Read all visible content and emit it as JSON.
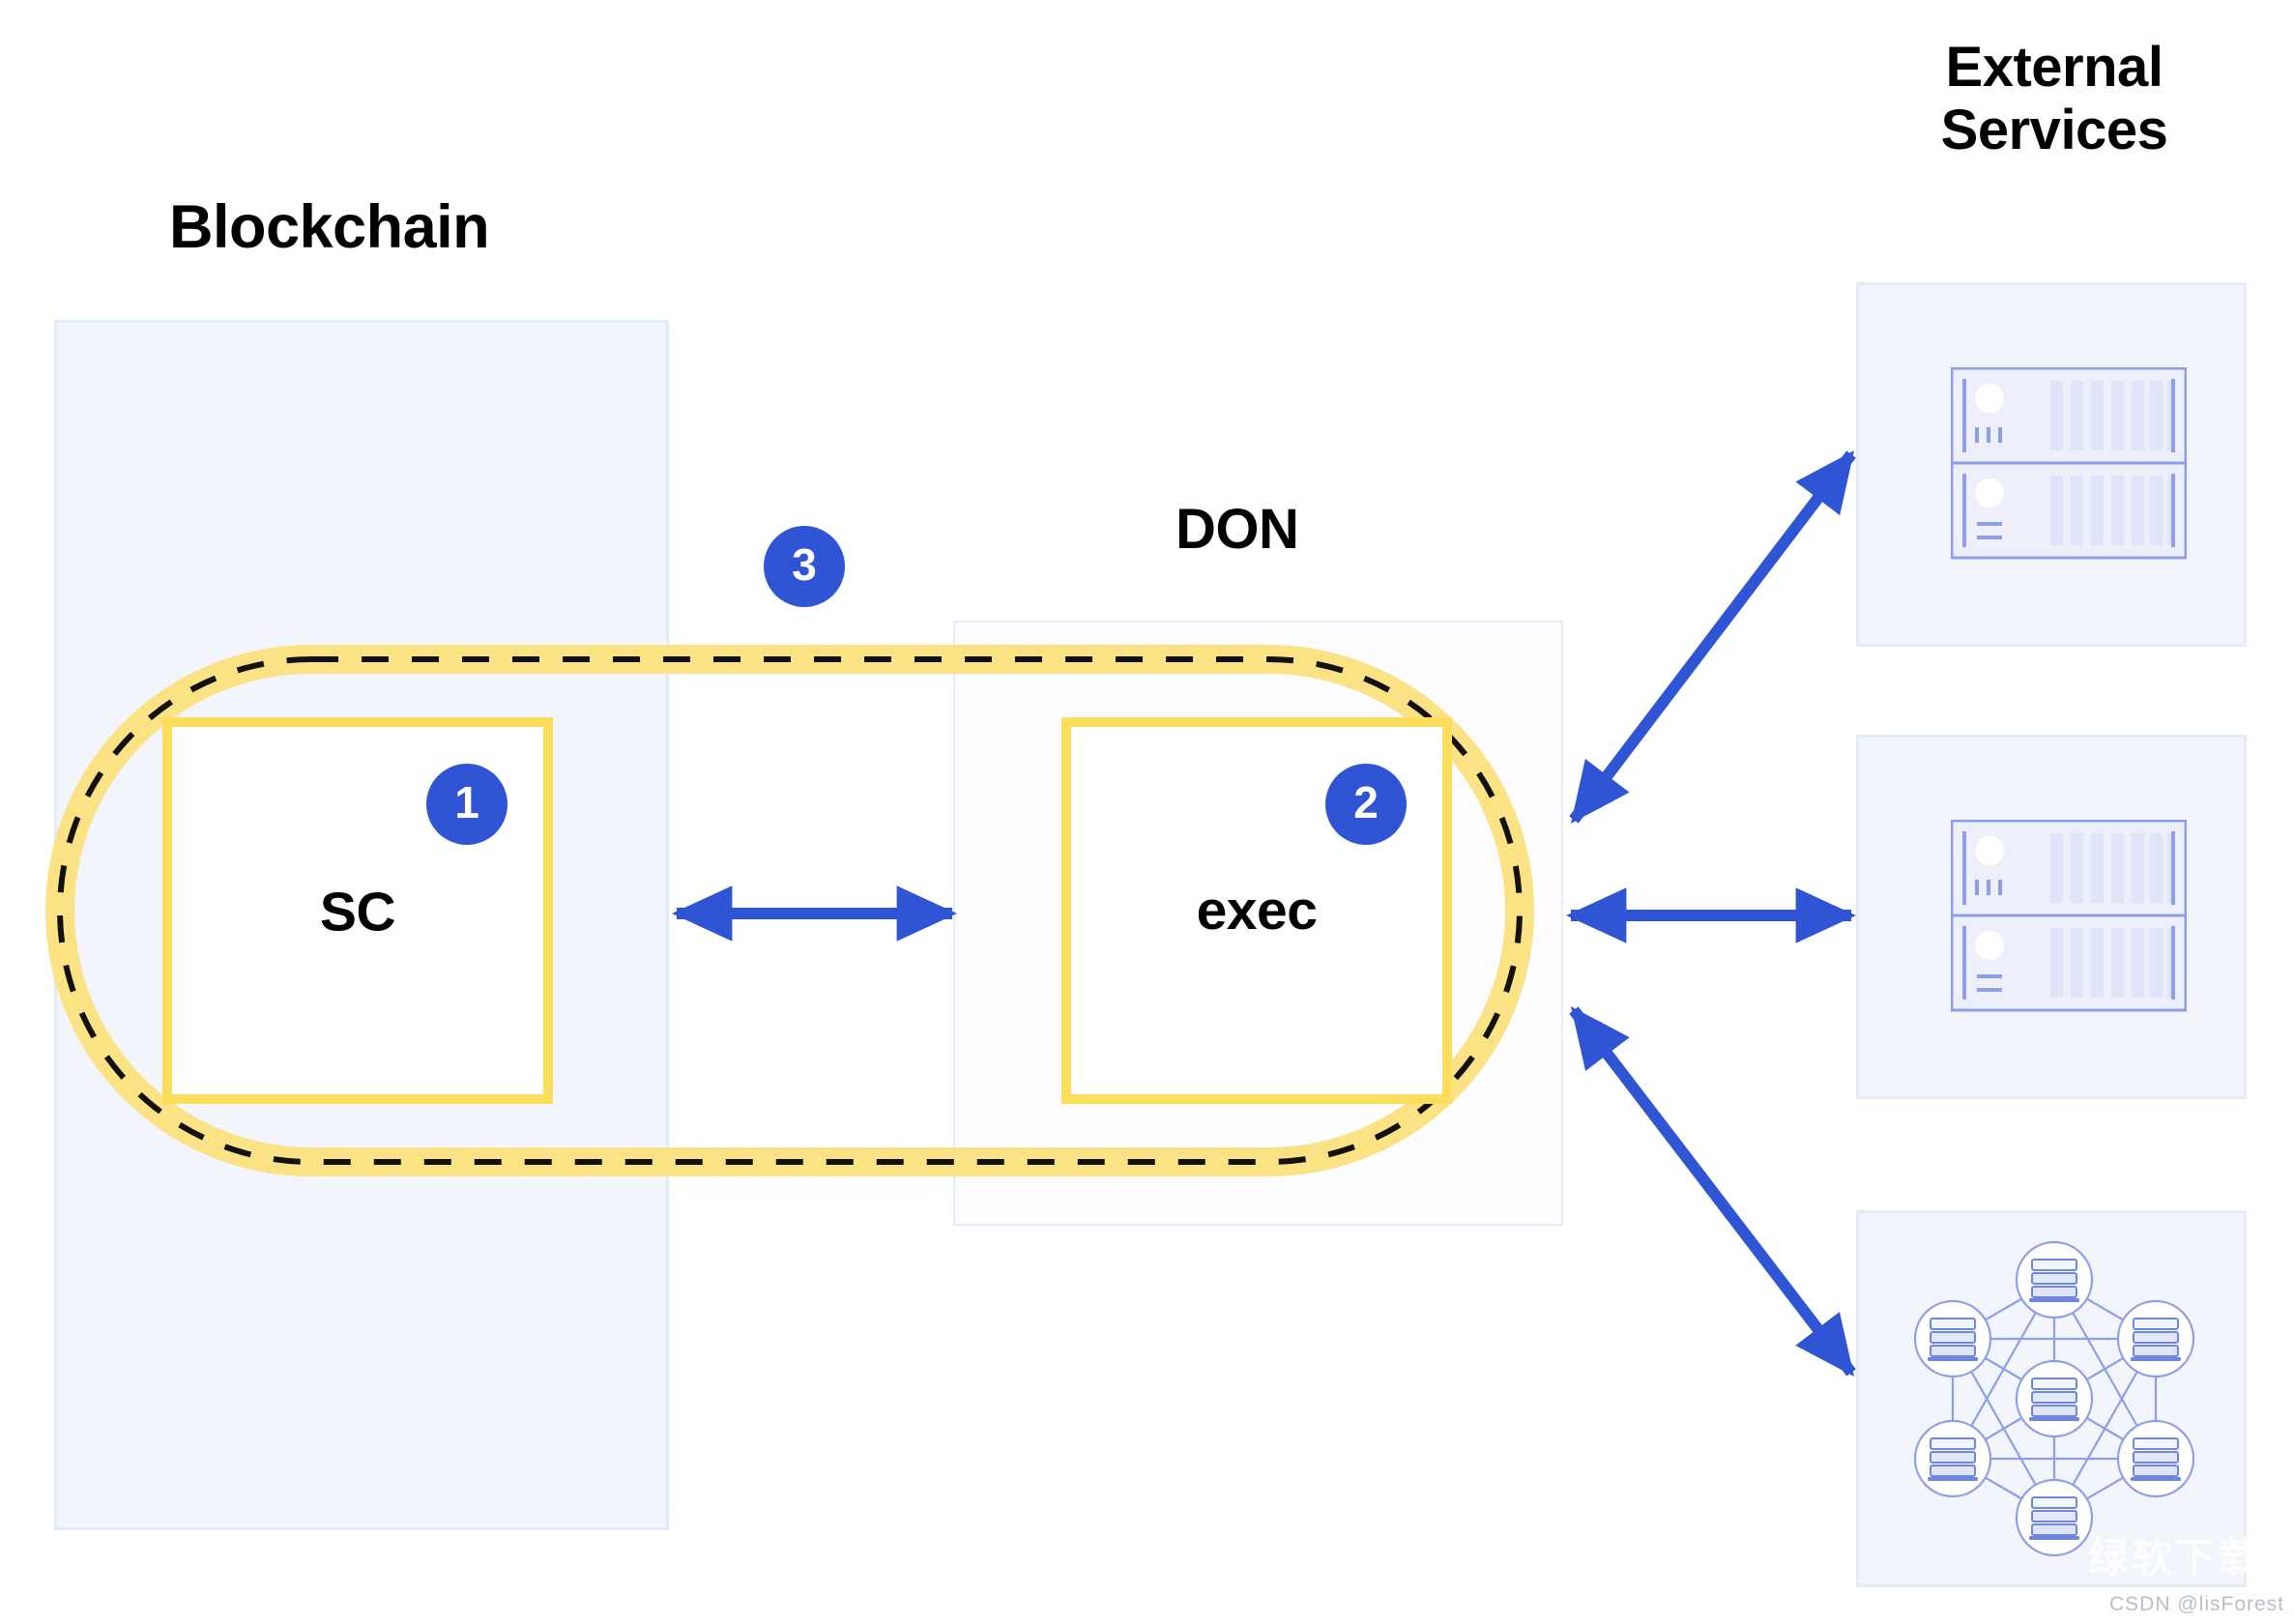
{
  "labels": {
    "blockchain": "Blockchain",
    "don": "DON",
    "external_services": "External Services",
    "external_services_line1": "External",
    "external_services_line2": "Services"
  },
  "nodes": {
    "sc": {
      "label": "SC",
      "badge": "1"
    },
    "exec": {
      "label": "exec",
      "badge": "2"
    }
  },
  "badges": {
    "step1": "1",
    "step2": "2",
    "step3": "3"
  },
  "colors": {
    "accent_blue": "#2f55d4",
    "arrow_blue": "#2f55d4",
    "highlight_yellow": "#fbdf5c",
    "panel_fill": "#f2f5fb",
    "panel_border": "#e2eaf8",
    "icon_blue": "#8e9fe8",
    "icon_fill": "#dfe4f8",
    "dashed_path": "#1a1a1a",
    "text": "#000000"
  },
  "icons": {
    "server_rack_top": "server-rack-icon",
    "server_rack_middle": "server-rack-icon",
    "network_mesh": "network-mesh-icon"
  },
  "arrows": [
    {
      "name": "sc-exec-arrow",
      "direction": "bidirectional",
      "from": "SC",
      "to": "exec"
    },
    {
      "name": "exec-service-top-arrow",
      "direction": "bidirectional",
      "from": "exec",
      "to": "server-rack-top"
    },
    {
      "name": "exec-service-middle-arrow",
      "direction": "bidirectional",
      "from": "exec",
      "to": "server-rack-middle"
    },
    {
      "name": "exec-service-bottom-arrow",
      "direction": "bidirectional",
      "from": "exec",
      "to": "network-mesh"
    }
  ],
  "dashed_loop": {
    "name": "sc-exec-dashed-loop",
    "style": "dashed",
    "description": "yellow highlighted rounded loop enclosing SC and exec"
  },
  "watermarks": {
    "chinese": "绿软下载",
    "csdn": "CSDN @lisForest"
  }
}
